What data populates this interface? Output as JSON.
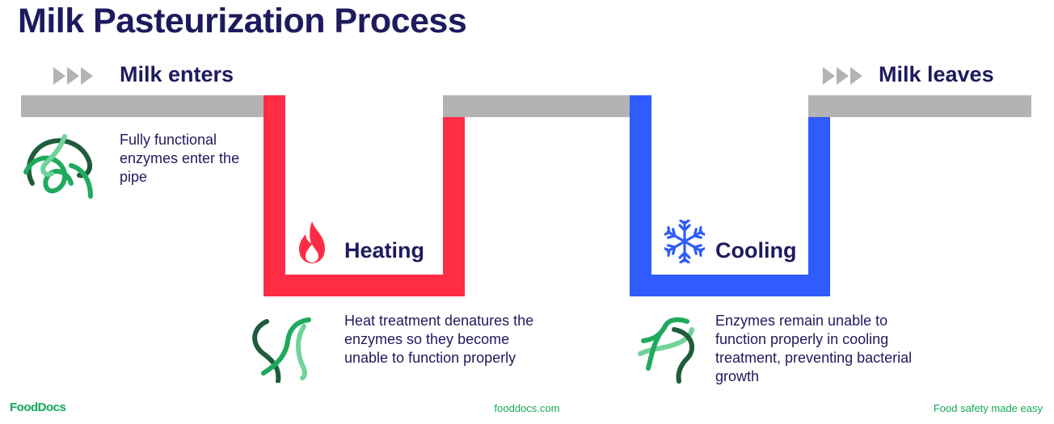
{
  "title": "Milk Pasteurization Process",
  "steps": {
    "enter": {
      "label": "Milk enters",
      "description": "Fully functional enzymes enter the pipe"
    },
    "heating": {
      "label": "Heating",
      "description": "Heat treatment denatures the enzymes so they become unable to function properly"
    },
    "cooling": {
      "label": "Cooling",
      "description": "Enzymes remain unable to function properly in cooling treatment, preventing bacterial growth"
    },
    "leave": {
      "label": "Milk leaves"
    }
  },
  "icons": {
    "flow_arrows": "triple-chevron-icon",
    "heating": "flame-icon",
    "cooling": "snowflake-icon",
    "enzyme_intact": "tangled-enzyme-icon",
    "enzyme_denatured": "denatured-enzyme-icon"
  },
  "colors": {
    "title": "#1f1a5e",
    "pipe": "#b3b3b3",
    "heating": "#fe2c45",
    "cooling": "#2f5bff",
    "brand": "#13a85a",
    "enzyme_dark": "#1e5c3c",
    "enzyme_mid": "#1faa5e",
    "enzyme_light": "#6fd39b"
  },
  "footer": {
    "logo": "FoodDocs",
    "site": "fooddocs.com",
    "tagline": "Food safety made easy"
  }
}
